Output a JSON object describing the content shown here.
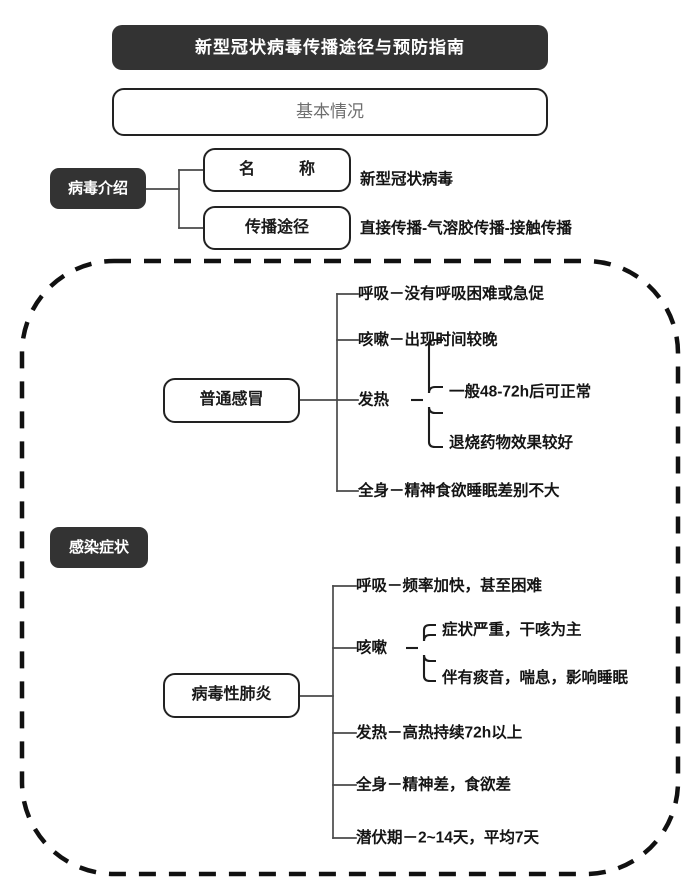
{
  "header": {
    "title": "新型冠状病毒传播途径与预防指南",
    "subtitle": "基本情况"
  },
  "colors": {
    "badge_bg": "#333333",
    "badge_text": "#ffffff",
    "box_border": "#222222",
    "subtitle_text": "#6e6e6e",
    "line": "#4a4a4a",
    "dashed": "#111111",
    "page_bg": "#ffffff"
  },
  "virus_section": {
    "badge": "病毒介绍",
    "rows": [
      {
        "label": "名　称",
        "value": "新型冠状病毒"
      },
      {
        "label": "传播途径",
        "value": "直接传播-气溶胶传播-接触传播"
      }
    ]
  },
  "symptoms_section": {
    "badge": "感染症状",
    "branches": [
      {
        "name": "普通感冒",
        "leaves": [
          {
            "text": "呼吸－没有呼吸困难或急促",
            "children": []
          },
          {
            "text": "咳嗽－出现时间较晚",
            "children": []
          },
          {
            "text": "发热",
            "children": [
              "一般48-72h后可正常",
              "退烧药物效果较好"
            ]
          },
          {
            "text": "全身－精神食欲睡眠差别不大",
            "children": []
          }
        ]
      },
      {
        "name": "病毒性肺炎",
        "leaves": [
          {
            "text": "呼吸－频率加快，甚至困难",
            "children": []
          },
          {
            "text": "咳嗽",
            "children": [
              "症状严重，干咳为主",
              "伴有痰音，喘息，影响睡眠"
            ]
          },
          {
            "text": "发热－高热持续72h以上",
            "children": []
          },
          {
            "text": "全身－精神差，食欲差",
            "children": []
          },
          {
            "text": "潜伏期－2~14天，平均7天",
            "children": []
          }
        ]
      }
    ]
  }
}
